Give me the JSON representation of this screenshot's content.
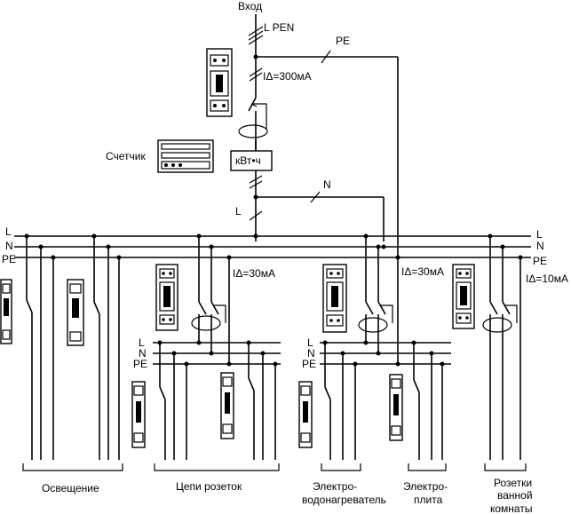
{
  "title": "Вход",
  "labels": {
    "l_pen": "L PEN",
    "pe_top": "PE",
    "rcd_main": "IΔ=300мА",
    "meter": "Счетчик",
    "kwh": "кВт•ч",
    "n_feed": "N",
    "l_feed": "L",
    "bus_l": "L",
    "bus_n": "N",
    "bus_pe": "PE",
    "rcd_30_a": "IΔ=30мА",
    "rcd_30_b": "IΔ=30мА",
    "rcd_10": "IΔ=10мА",
    "sub_l": "L",
    "sub_n": "N",
    "sub_pe": "PE"
  },
  "groups": {
    "lighting": "Освещение",
    "sockets": "Цепи розеток",
    "heater_1": "Электро-",
    "heater_2": "водонагреватель",
    "stove_1": "Электро-",
    "stove_2": "плита",
    "bath_1": "Розетки",
    "bath_2": "ванной",
    "bath_3": "комнаты"
  }
}
